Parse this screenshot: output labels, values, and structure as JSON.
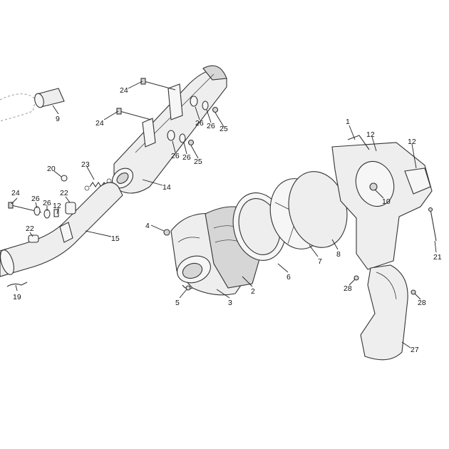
{
  "callouts": [
    {
      "id": "c1",
      "text": "1"
    },
    {
      "id": "c2",
      "text": "2"
    },
    {
      "id": "c3",
      "text": "3"
    },
    {
      "id": "c4",
      "text": "4"
    },
    {
      "id": "c5",
      "text": "5"
    },
    {
      "id": "c6",
      "text": "6"
    },
    {
      "id": "c7",
      "text": "7"
    },
    {
      "id": "c8",
      "text": "8"
    },
    {
      "id": "c9",
      "text": "9"
    },
    {
      "id": "c10",
      "text": "10"
    },
    {
      "id": "c12a",
      "text": "12"
    },
    {
      "id": "c12b",
      "text": "12"
    },
    {
      "id": "c12c",
      "text": "12"
    },
    {
      "id": "c14",
      "text": "14"
    },
    {
      "id": "c15",
      "text": "15"
    },
    {
      "id": "c19",
      "text": "19"
    },
    {
      "id": "c20",
      "text": "20"
    },
    {
      "id": "c21",
      "text": "21"
    },
    {
      "id": "c22a",
      "text": "22"
    },
    {
      "id": "c22b",
      "text": "22"
    },
    {
      "id": "c23",
      "text": "23"
    },
    {
      "id": "c24a",
      "text": "24"
    },
    {
      "id": "c24b",
      "text": "24"
    },
    {
      "id": "c24c",
      "text": "24"
    },
    {
      "id": "c25a",
      "text": "25"
    },
    {
      "id": "c25b",
      "text": "25"
    },
    {
      "id": "c26a",
      "text": "26"
    },
    {
      "id": "c26b",
      "text": "26"
    },
    {
      "id": "c26c",
      "text": "26"
    },
    {
      "id": "c26d",
      "text": "26"
    },
    {
      "id": "c26e",
      "text": "26"
    },
    {
      "id": "c26f",
      "text": "26"
    },
    {
      "id": "c27",
      "text": "27"
    },
    {
      "id": "c28a",
      "text": "28"
    },
    {
      "id": "c28b",
      "text": "28"
    }
  ]
}
